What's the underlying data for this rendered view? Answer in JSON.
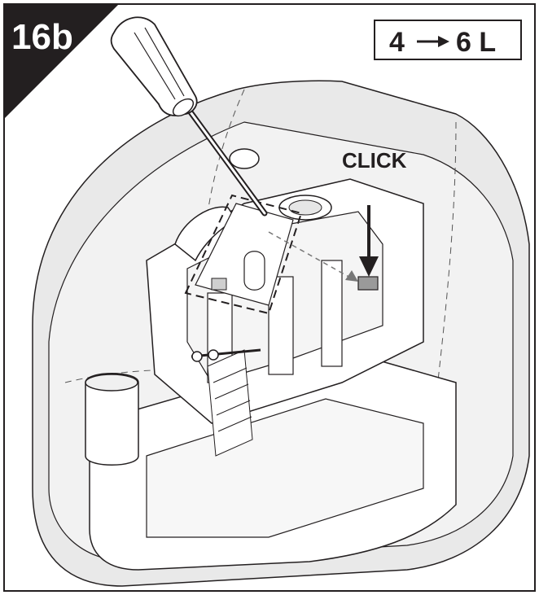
{
  "step_badge": {
    "label": "16b",
    "background": "#231f20",
    "text_color": "#ffffff"
  },
  "capacity_box": {
    "from": "4",
    "arrow": "→",
    "to": "6 L"
  },
  "callout": {
    "label": "CLICK"
  },
  "colors": {
    "line": "#231f20",
    "tank_fill": "#e9e9e9",
    "tank_inner": "#f4f4f4",
    "part_fill": "#ffffff",
    "shade": "#cfcfcf"
  },
  "icons": [
    "screwdriver-icon",
    "down-arrow-icon",
    "right-arrow-icon"
  ]
}
